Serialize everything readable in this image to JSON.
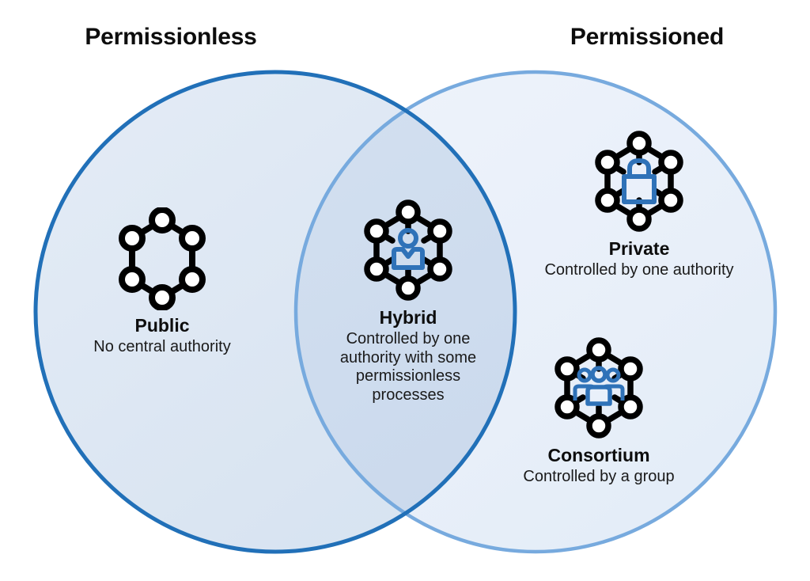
{
  "figure": {
    "type": "venn-diagram",
    "background_color": "#ffffff",
    "sets": [
      {
        "id": "permissionless",
        "heading": "Permissionless",
        "stroke_color": "#2170b8",
        "fill_color": "#dde7f3"
      },
      {
        "id": "permissioned",
        "heading": "Permissioned",
        "stroke_color": "#77aade",
        "fill_color": "#e9f0fa"
      }
    ],
    "overlap": {
      "id": "hybrid-overlap",
      "fill_color": "#cfdcef"
    },
    "accent_color": "#2f72b8",
    "icon_color": "#000000"
  },
  "headings": {
    "left": "Permissionless",
    "right": "Permissioned"
  },
  "cells": [
    {
      "id": "public",
      "region": "permissionless-only",
      "icon": "hexagon-ring-icon",
      "title": "Public",
      "description": "No central authority"
    },
    {
      "id": "hybrid",
      "region": "overlap",
      "icon": "hexagon-network-person-icon",
      "title": "Hybrid",
      "description": "Controlled by one authority with some permissionless processes"
    },
    {
      "id": "private",
      "region": "permissioned-only",
      "icon": "hexagon-network-lock-icon",
      "title": "Private",
      "description": "Controlled by one authority"
    },
    {
      "id": "consortium",
      "region": "permissioned-only",
      "icon": "hexagon-network-group-icon",
      "title": "Consortium",
      "description": "Controlled by a group"
    }
  ]
}
